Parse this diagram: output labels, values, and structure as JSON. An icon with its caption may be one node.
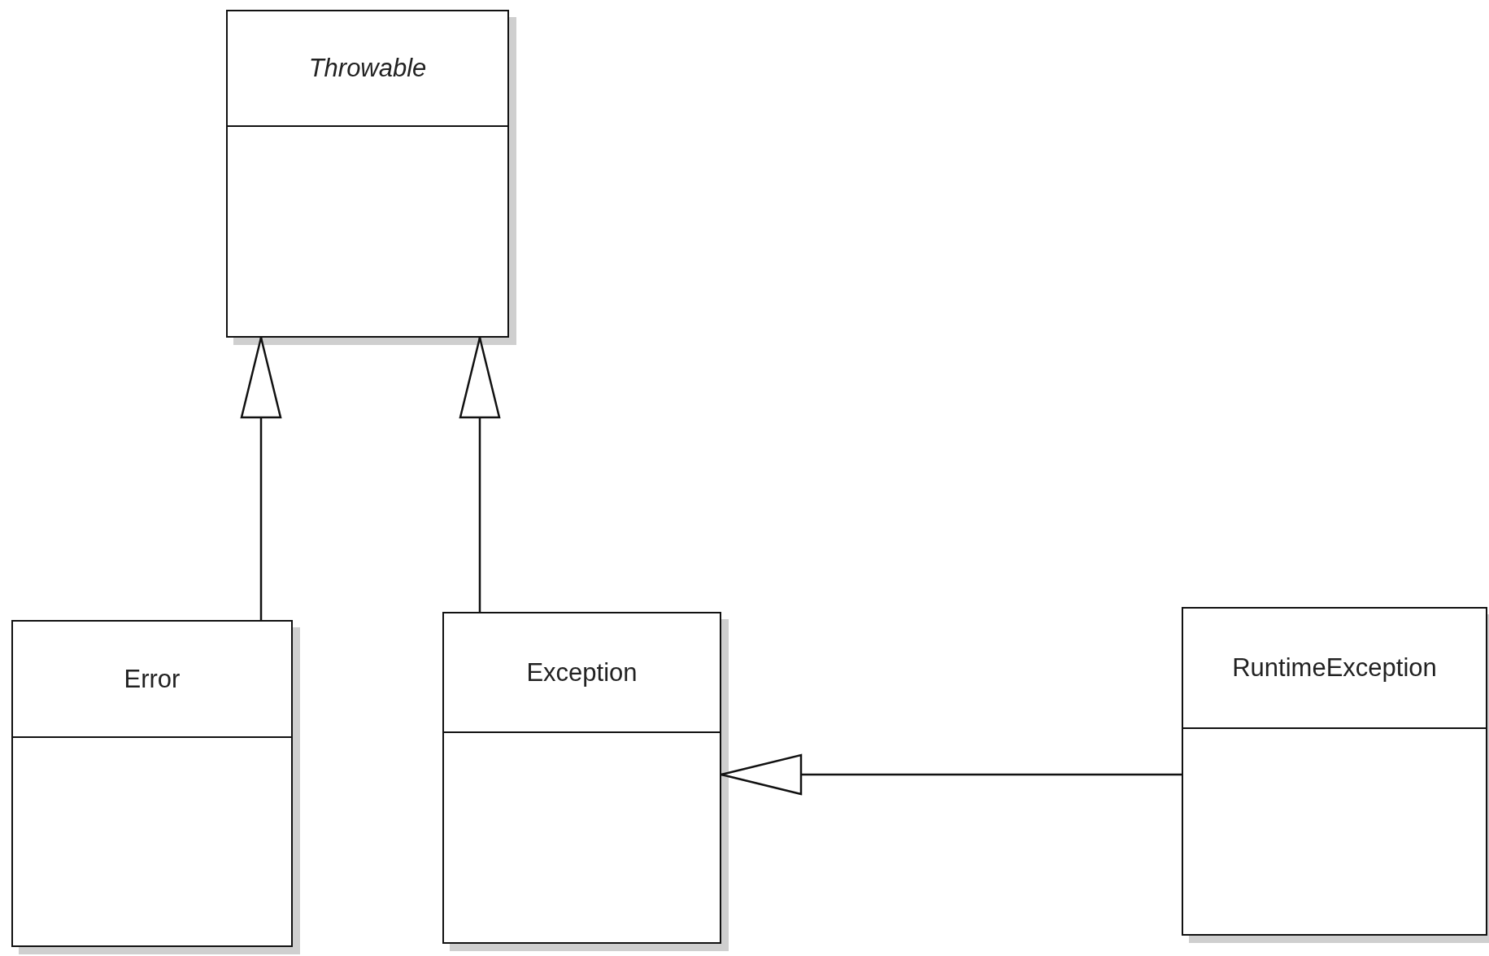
{
  "diagram": {
    "nodes": [
      {
        "text": [
          "Throwable"
        ]
      },
      {
        "text": [
          "Error"
        ]
      },
      {
        "text": [
          "Exception"
        ]
      },
      {
        "text": [
          "RuntimeException"
        ]
      }
    ],
    "edges": [
      {
        "from": 1,
        "to": 0,
        "arrow": "to"
      },
      {
        "from": 2,
        "to": 0,
        "arrow": "to"
      },
      {
        "from": 3,
        "to": 2,
        "arrow": "to"
      }
    ]
  }
}
